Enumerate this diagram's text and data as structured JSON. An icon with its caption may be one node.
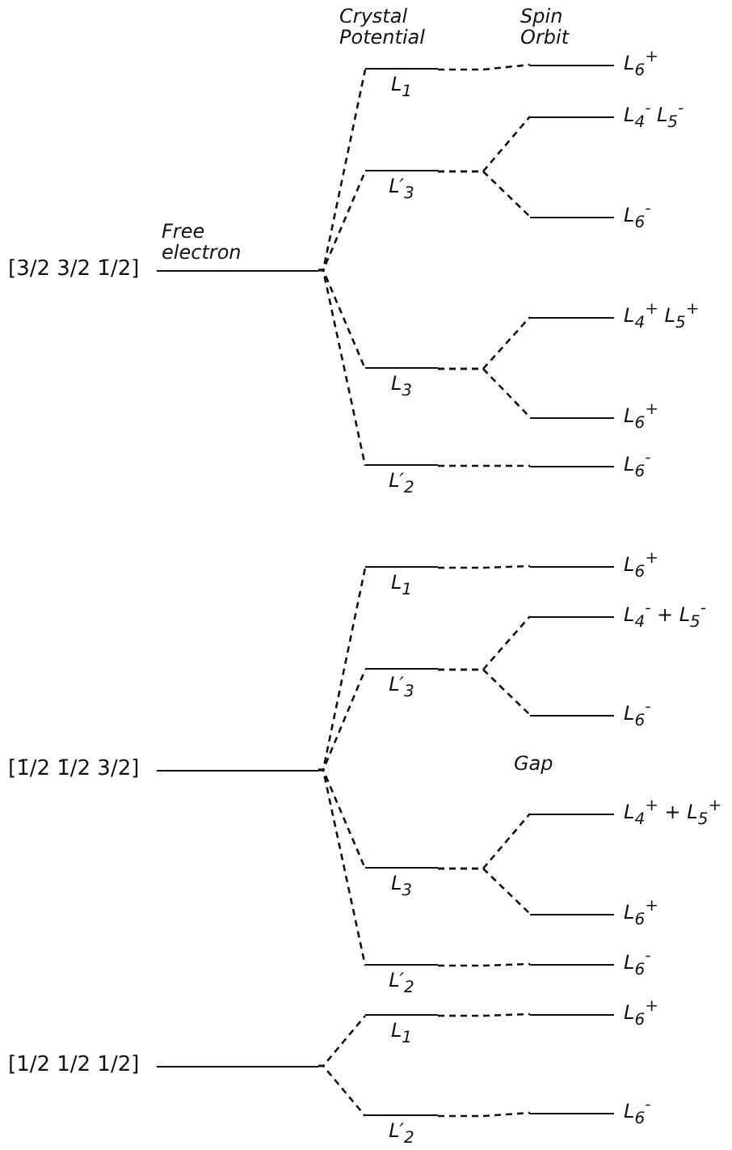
{
  "diagram": {
    "nodes": [
      {
        "text": [
          "[3/2 3/2 1̄/2]"
        ],
        "beside": [
          "Free electron"
        ]
      },
      {
        "text": [
          "L$_{1}$"
        ]
      },
      {
        "text": [
          "L′$_{3}$"
        ]
      },
      {
        "text": [
          "L$_{3}$"
        ]
      },
      {
        "text": [
          "L′$_{2}$"
        ]
      },
      {
        "text": [
          "L$_{6}$$^{+}$"
        ]
      },
      {
        "text": [
          "L$_{4}$$^{-}$ L$_{5}$$^{-}$"
        ]
      },
      {
        "text": [
          "L$_{6}$$^{-}$"
        ]
      },
      {
        "text": [
          "L$_{4}$$^{+}$ L$_{5}$$^{+}$"
        ]
      },
      {
        "text": [
          "L$_{6}$$^{+}$"
        ]
      },
      {
        "text": [
          "L$_{6}$$^{-}$"
        ]
      },
      {
        "text": [
          "[1̄/2 1̄/2 3/2]"
        ]
      },
      {
        "text": [
          "L$_{1}$"
        ]
      },
      {
        "text": [
          "L′$_{3}$"
        ]
      },
      {
        "text": [
          "L$_{3}$"
        ]
      },
      {
        "text": [
          "L′$_{2}$"
        ]
      },
      {
        "text": [
          "L$_{6}$$^{+}$"
        ]
      },
      {
        "text": [
          "L$_{4}$$^{-}$ + L$_{5}$$^{-}$"
        ]
      },
      {
        "text": [
          "L$_{6}$$^{-}$"
        ]
      },
      {
        "text": [
          "L$_{4}$$^{+}$ + L$_{5}$$^{+}$"
        ]
      },
      {
        "text": [
          "L$_{6}$$^{+}$"
        ]
      },
      {
        "text": [
          "L$_{6}$$^{-}$"
        ]
      },
      {
        "text": [
          "[1/2 1/2 1/2]"
        ]
      },
      {
        "text": [
          "L$_{1}$"
        ]
      },
      {
        "text": [
          "L′$_{2}$"
        ]
      },
      {
        "text": [
          "L$_{6}$$^{+}$"
        ]
      },
      {
        "text": [
          "L$_{6}$$^{-}$"
        ]
      }
    ],
    "edges": [
      {
        "from": 0,
        "to": 1,
        "arrow": "none",
        "style": "dashed"
      },
      {
        "from": 0,
        "to": 2,
        "arrow": "none",
        "style": "dashed"
      },
      {
        "from": 0,
        "to": 3,
        "arrow": "none",
        "style": "dashed"
      },
      {
        "from": 0,
        "to": 4,
        "arrow": "none",
        "style": "dashed"
      },
      {
        "from": 1,
        "to": 5,
        "arrow": "none",
        "style": "dashed"
      },
      {
        "from": 2,
        "to": 6,
        "arrow": "none",
        "style": "dashed"
      },
      {
        "from": 2,
        "to": 7,
        "arrow": "none",
        "style": "dashed"
      },
      {
        "from": 3,
        "to": 8,
        "arrow": "none",
        "style": "dashed"
      },
      {
        "from": 3,
        "to": 9,
        "arrow": "none",
        "style": "dashed"
      },
      {
        "from": 4,
        "to": 10,
        "arrow": "none",
        "style": "dashed"
      },
      {
        "from": 11,
        "to": 12,
        "arrow": "none",
        "style": "dashed"
      },
      {
        "from": 11,
        "to": 13,
        "arrow": "none",
        "style": "dashed"
      },
      {
        "from": 11,
        "to": 14,
        "arrow": "none",
        "style": "dashed"
      },
      {
        "from": 11,
        "to": 15,
        "arrow": "none",
        "style": "dashed"
      },
      {
        "from": 12,
        "to": 16,
        "arrow": "none",
        "style": "dashed"
      },
      {
        "from": 13,
        "to": 17,
        "arrow": "none",
        "style": "dashed"
      },
      {
        "from": 13,
        "to": 18,
        "arrow": "none",
        "style": "dashed"
      },
      {
        "from": 14,
        "to": 19,
        "arrow": "none",
        "style": "dashed"
      },
      {
        "from": 14,
        "to": 20,
        "arrow": "none",
        "style": "dashed"
      },
      {
        "from": 15,
        "to": 21,
        "arrow": "none",
        "style": "dashed"
      },
      {
        "from": 22,
        "to": 23,
        "arrow": "none",
        "style": "dashed"
      },
      {
        "from": 22,
        "to": 24,
        "arrow": "none",
        "style": "dashed"
      },
      {
        "from": 23,
        "to": 25,
        "arrow": "none",
        "style": "dashed"
      },
      {
        "from": 24,
        "to": 26,
        "arrow": "none",
        "style": "dashed"
      }
    ],
    "labels": [
      "Crystal Potential",
      "Spin Orbit",
      "Gap"
    ]
  }
}
